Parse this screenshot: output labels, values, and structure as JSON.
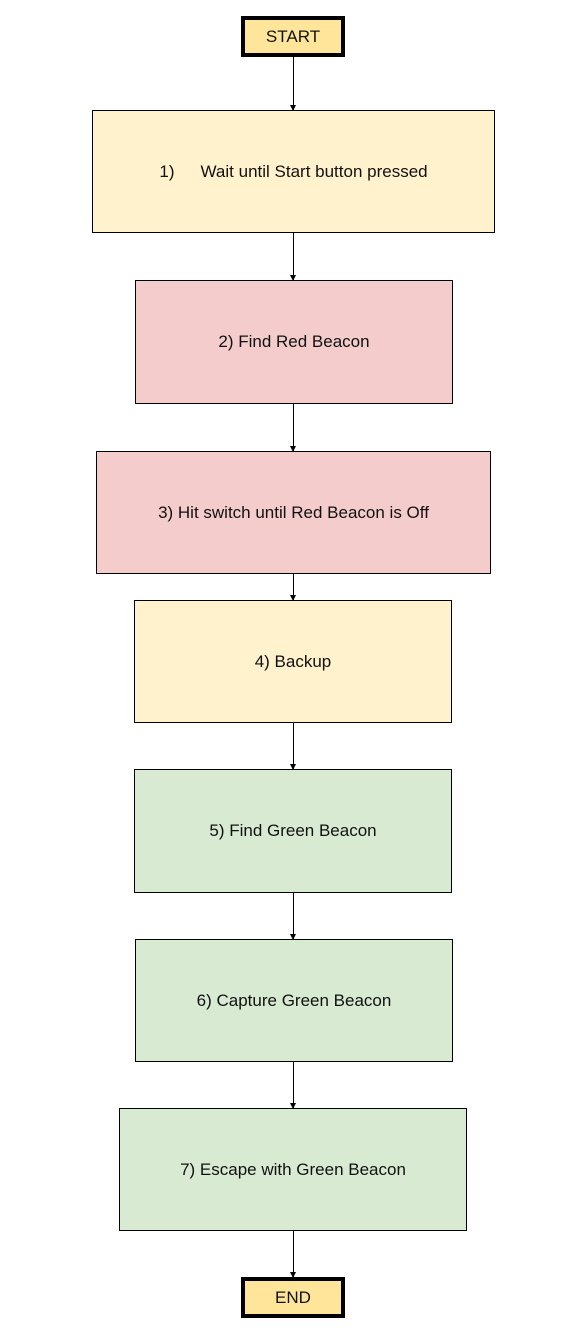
{
  "colors": {
    "yellow": "#fff2cc",
    "red": "#f4cccc",
    "green": "#d9ead3",
    "terminal": "#ffe599"
  },
  "diagram": {
    "start_label": "START",
    "end_label": "END",
    "steps": [
      {
        "number": "1)",
        "label": "Wait until Start button pressed",
        "color": "yellow"
      },
      {
        "label": "2) Find Red Beacon",
        "color": "red"
      },
      {
        "label": "3) Hit switch until Red Beacon is Off",
        "color": "red"
      },
      {
        "label": "4) Backup",
        "color": "yellow"
      },
      {
        "label": "5) Find Green Beacon",
        "color": "green"
      },
      {
        "label": "6) Capture Green Beacon",
        "color": "green"
      },
      {
        "label": "7) Escape with Green Beacon",
        "color": "green"
      }
    ]
  }
}
